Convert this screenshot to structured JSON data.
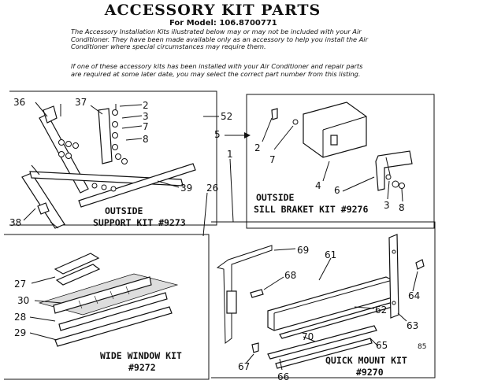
{
  "title": "ACCESSORY KIT PARTS",
  "model_line": "For Model: 106.8700771",
  "paragraph_1": "The Accessory Installation Kits illustrated below may or may not be included with your Air Conditioner. They have been made available only as an accessory to help you install the Air Conditioner where special circumstances may require them.",
  "paragraph_2": "If one of these accessory kits has been installed with your Air Conditioner and repair parts are required at some later date, you may select the correct part number from this listing.",
  "kits": {
    "outside_support": {
      "caption_1": "OUTSIDE",
      "caption_2": "SUPPORT KIT #9273"
    },
    "outside_sill": {
      "caption_1": "OUTSIDE",
      "caption_2": "SILL BRAKET KIT #9276"
    },
    "wide_window": {
      "caption_1": "WIDE WINDOW KIT",
      "caption_2": "#9272"
    },
    "quick_mount": {
      "caption_1": "QUICK MOUNT KIT",
      "caption_2": "#9270"
    }
  },
  "callouts": {
    "c36": "36",
    "c37": "37",
    "c2a": "2",
    "c3a": "3",
    "c7a": "7",
    "c8a": "8",
    "c52": "52",
    "c39": "39",
    "c38": "38",
    "c26": "26",
    "c5": "5",
    "c2b": "2",
    "c7b": "7",
    "c4": "4",
    "c6": "6",
    "c3b": "3",
    "c8b": "8",
    "c1": "1",
    "c27": "27",
    "c30": "30",
    "c28": "28",
    "c29": "29",
    "c69": "69",
    "c61": "61",
    "c68": "68",
    "c62": "62",
    "c64": "64",
    "c63": "63",
    "c70": "70",
    "c65": "65",
    "c67": "67",
    "c66": "66"
  },
  "page_mark": "85"
}
